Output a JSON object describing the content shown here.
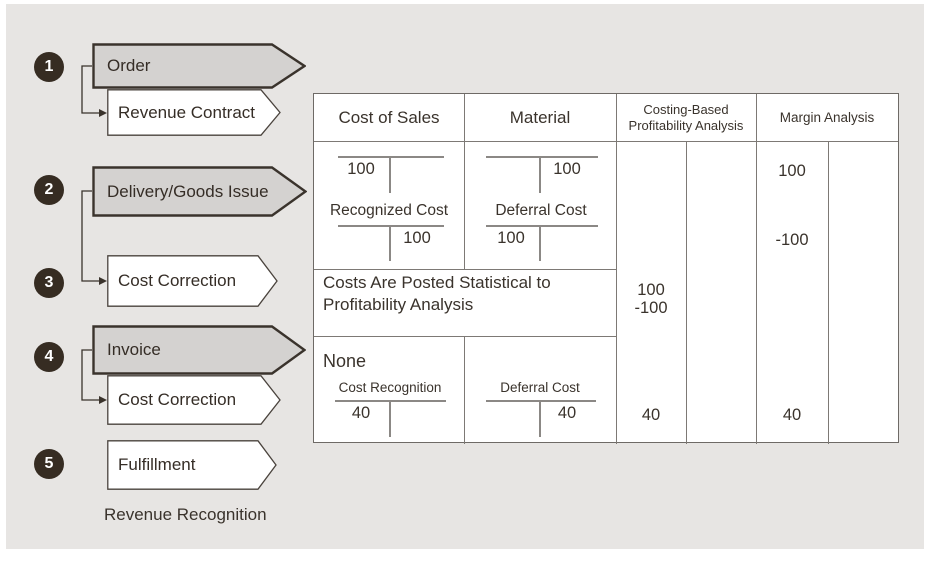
{
  "flow": {
    "badges": [
      "1",
      "2",
      "3",
      "4",
      "5"
    ],
    "shapes": [
      {
        "label": "Order"
      },
      {
        "label": "Revenue Contract"
      },
      {
        "label": "Delivery/Goods Issue"
      },
      {
        "label": "Cost Correction"
      },
      {
        "label": "Invoice"
      },
      {
        "label": "Cost Correction"
      },
      {
        "label": "Fulfillment"
      }
    ],
    "caption": "Revenue Recognition"
  },
  "table": {
    "headers": {
      "col1": "Cost of Sales",
      "col2": "Material",
      "col3_line1": "Costing-Based",
      "col3_line2": "Profitability Analysis",
      "col4": "Margin Analysis"
    },
    "delivery_row": {
      "cos_account_debit": "100",
      "cos_label": "Recognized Cost",
      "cos_account_credit": "100",
      "material_account_credit": "100",
      "material_label": "Deferral Cost",
      "material_account_debit": "100",
      "margin_value_top": "100",
      "margin_value_bottom": "-100"
    },
    "statistical_row": {
      "line1": "Costs Are Posted Statistical to",
      "line2": "Profitability Analysis",
      "cbpa_value_top": "100",
      "cbpa_value_bottom": "-100"
    },
    "invoice_row": {
      "none_label": "None",
      "cos_label": "Cost Recognition",
      "cos_debit": "40",
      "material_label": "Deferral Cost",
      "material_credit": "40",
      "cbpa_value": "40",
      "margin_value": "40"
    }
  },
  "colors": {
    "panel_bg": "#e7e5e3",
    "shape_fill_gray": "#d4d2d0",
    "shape_fill_white": "#ffffff",
    "outline_dark": "#3a332c",
    "badge_bg": "#362c22",
    "table_line": "#7d7975",
    "t_account_line": "#8b8885"
  }
}
